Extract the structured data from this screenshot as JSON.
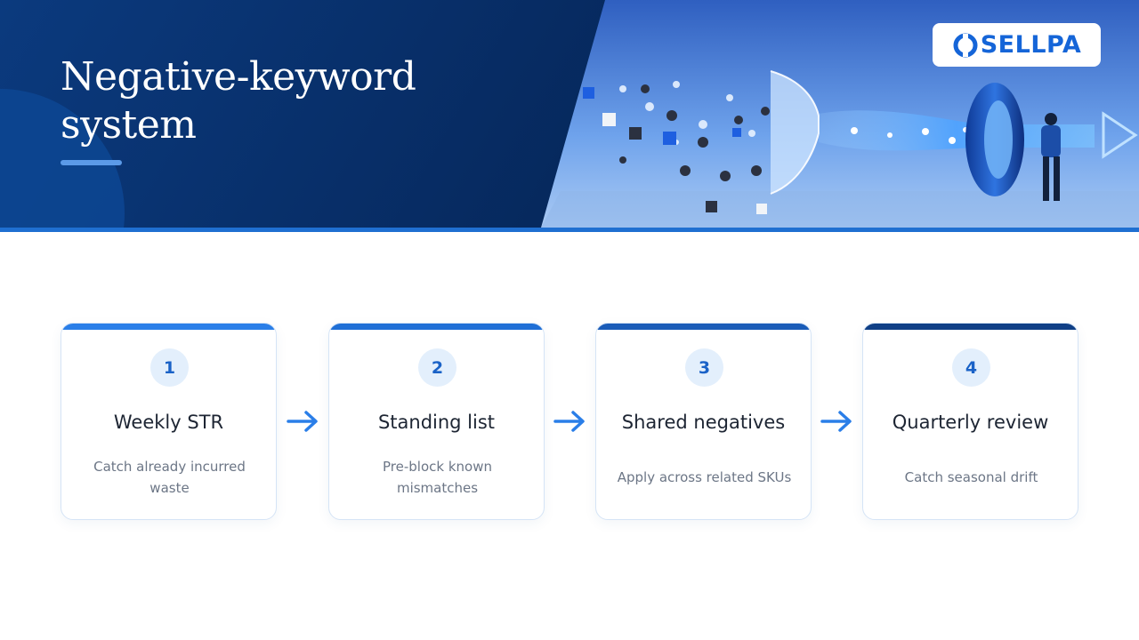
{
  "header": {
    "title_line1": "Negative-keyword",
    "title_line2": "system",
    "brand": "SELLPA",
    "brand_color": "#1565d8",
    "banner_color": "#06285c"
  },
  "steps": [
    {
      "number": "1",
      "title": "Weekly STR",
      "description": "Catch already incurred waste",
      "accent": "#2a7ee8"
    },
    {
      "number": "2",
      "title": "Standing list",
      "description": "Pre-block known mismatches",
      "accent": "#1f6fd6"
    },
    {
      "number": "3",
      "title": "Shared negatives",
      "description": "Apply across related SKUs",
      "accent": "#1a5cb8"
    },
    {
      "number": "4",
      "title": "Quarterly review",
      "description": "Catch seasonal drift",
      "accent": "#0f3f86"
    }
  ],
  "icons": {
    "step_connector": "arrow-right-icon",
    "brand_mark": "sellpa-logo-icon"
  }
}
